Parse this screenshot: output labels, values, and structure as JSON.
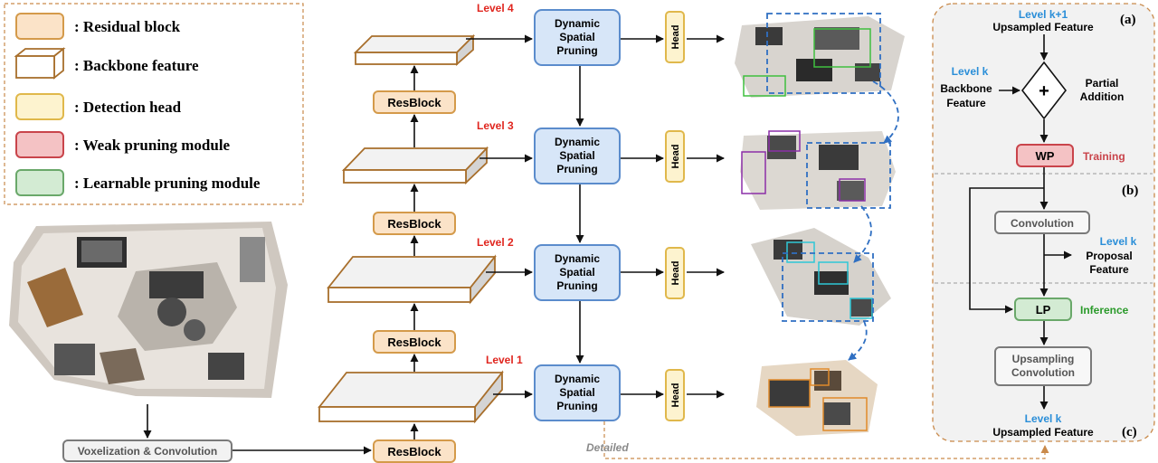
{
  "legend": {
    "residual_block": ": Residual block",
    "backbone_feature": ": Backbone feature",
    "detection_head": ": Detection head",
    "weak_pruning": ": Weak pruning module",
    "learnable_pruning": ": Learnable pruning module"
  },
  "levels": {
    "level4": "Level 4",
    "level3": "Level 3",
    "level2": "Level 2",
    "level1": "Level 1"
  },
  "blocks": {
    "resblock": "ResBlock",
    "voxelization": "Voxelization & Convolution",
    "dsp_line1": "Dynamic",
    "dsp_line2": "Spatial",
    "dsp_line3": "Pruning",
    "head": "Head"
  },
  "detailed_label": "Detailed",
  "detail_panel": {
    "tag_a": "(a)",
    "tag_b": "(b)",
    "tag_c": "(c)",
    "level_k1": "Level k+1",
    "upsampled_feature_top": "Upsampled Feature",
    "level_k_left": "Level k",
    "backbone": "Backbone",
    "feature": "Feature",
    "plus": "+",
    "partial": "Partial",
    "addition": "Addition",
    "wp": "WP",
    "training": "Training",
    "convolution": "Convolution",
    "level_k_proposal": "Level k",
    "proposal": "Proposal",
    "proposal_feature": "Feature",
    "lp": "LP",
    "inference": "Inference",
    "upsampling": "Upsampling",
    "upsampling_conv": "Convolution",
    "level_k_bottom": "Level k",
    "upsampled_feature_bottom": "Upsampled Feature"
  },
  "colors": {
    "residual_fill": "#fbe3c8",
    "residual_stroke": "#d49a4a",
    "backbone_stroke": "#a86f2c",
    "head_fill": "#fdf3cf",
    "head_stroke": "#e0b84b",
    "weak_fill": "#f4c2c4",
    "weak_stroke": "#c9444b",
    "learnable_fill": "#d3ebd3",
    "learnable_stroke": "#6aa86a",
    "dsp_fill": "#d7e6f8",
    "dsp_stroke": "#5b8ccc",
    "level_text": "#e0261f",
    "blue_text": "#2a8ed8",
    "green_text": "#2a9a2a",
    "dashed_outline": "#c98a4b"
  }
}
